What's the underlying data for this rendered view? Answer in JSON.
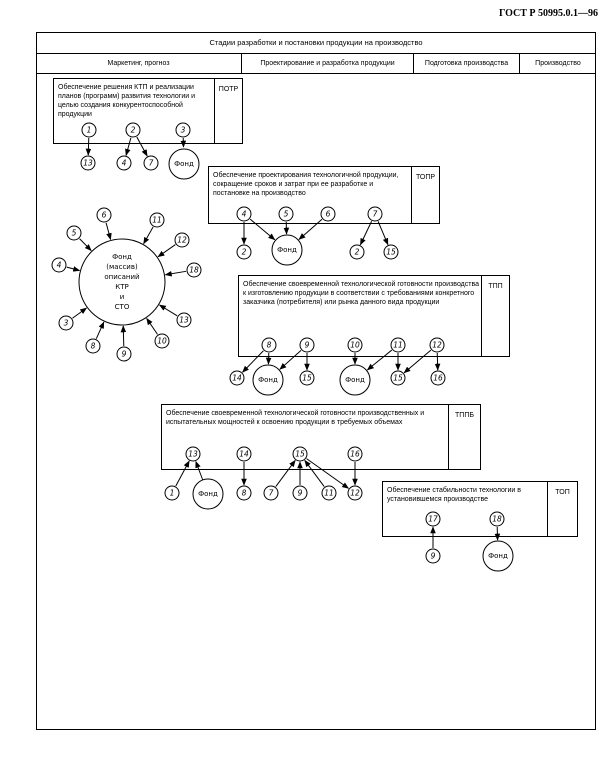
{
  "doc_code": "ГОСТ Р 50995.0.1—96",
  "header": "Стадии разработки и постановки продукции на производство",
  "stages": [
    "Маркетинг, прогноз",
    "Проектирование и разработка продукции",
    "Подготовка производства",
    "Производство"
  ],
  "boxes": {
    "potr": {
      "text": "Обеспечение решения КТП и реализации планов (программ) развития технологии и целью создания конкурентоспособной продукции",
      "code": "ПОТР"
    },
    "topr": {
      "text": "Обеспечение проектирования технологичной продукции, сокращение сроков и затрат при ее разработке и постановке на производство",
      "code": "ТОПР"
    },
    "tpp": {
      "text": "Обеспечение своевременной технологической готовности производства к изготовлению продукции в соответствии с требованиями конкретного заказчика (потребителя) или рынка данного вида продукции",
      "code": "ТПП"
    },
    "tppb": {
      "text": "Обеспечение своевременной технологической готовности производственных и испытательных мощностей к освоению продукции в требуемых объемах",
      "code": "ТППБ"
    },
    "top": {
      "text": "Обеспечение стабильности технологии в установившемся производстве",
      "code": "ТОП"
    }
  },
  "hub_label": [
    "Фонд",
    "(массив)",
    "описаний",
    "КТР",
    "и",
    "СТО"
  ],
  "fund_label": "Фонд",
  "nodes": [
    "1",
    "2",
    "3",
    "13",
    "4",
    "7",
    "4",
    "5",
    "6",
    "7",
    "2",
    "2",
    "15",
    "8",
    "9",
    "10",
    "11",
    "12",
    "14",
    "15",
    "15",
    "16",
    "13",
    "14",
    "15",
    "16",
    "1",
    "8",
    "7",
    "9",
    "11",
    "12",
    "17",
    "18",
    "9",
    "6",
    "11",
    "5",
    "12",
    "4",
    "18",
    "3",
    "13",
    "8",
    "9",
    "10"
  ]
}
